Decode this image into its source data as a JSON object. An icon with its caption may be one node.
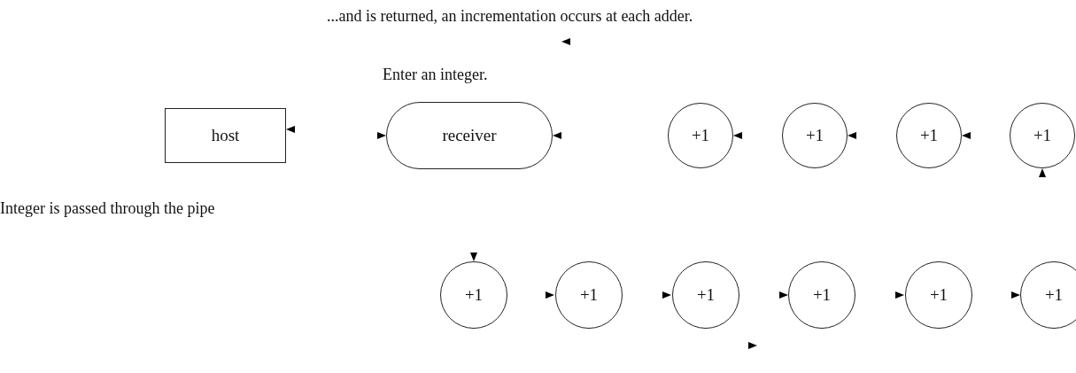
{
  "diagram": {
    "nodes": [
      {
        "text": [
          "host"
        ]
      },
      {
        "text": [
          "receiver"
        ]
      },
      {
        "text": [
          "+1"
        ]
      },
      {
        "text": [
          "+1"
        ]
      },
      {
        "text": [
          "+1"
        ]
      },
      {
        "text": [
          "+1"
        ]
      },
      {
        "text": [
          "+1"
        ]
      },
      {
        "text": [
          "+1"
        ]
      },
      {
        "text": [
          "+1"
        ]
      },
      {
        "text": [
          "+1"
        ]
      },
      {
        "text": [
          "+1"
        ]
      },
      {
        "text": [
          "+1"
        ]
      }
    ],
    "labels": [
      "...and is returned, an incrementation occurs at each adder.",
      "Enter an integer.",
      "Integer is passed through the pipe"
    ]
  }
}
